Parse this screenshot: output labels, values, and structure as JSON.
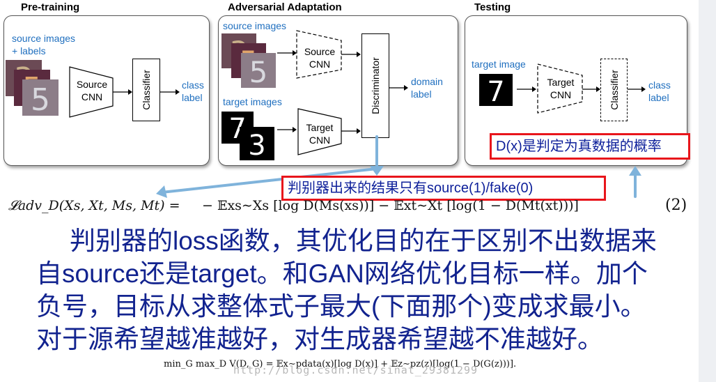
{
  "panels": {
    "pretraining": {
      "title": "Pre-training",
      "source_label_l1": "source images",
      "source_label_l2": "+ labels",
      "cnn_l1": "Source",
      "cnn_l2": "CNN",
      "classifier": "Classifier",
      "out_l1": "class",
      "out_l2": "label"
    },
    "adversarial": {
      "title": "Adversarial Adaptation",
      "source_label": "source images",
      "source_cnn_l1": "Source",
      "source_cnn_l2": "CNN",
      "target_label": "target images",
      "target_cnn_l1": "Target",
      "target_cnn_l2": "CNN",
      "discriminator": "Discriminator",
      "out_l1": "domain",
      "out_l2": "label"
    },
    "testing": {
      "title": "Testing",
      "target_label": "target image",
      "target_cnn_l1": "Target",
      "target_cnn_l2": "CNN",
      "classifier": "Classifier",
      "out_l1": "class",
      "out_l2": "label"
    }
  },
  "annotations": {
    "discriminator_note": "判别器出来的结果只有source(1)/fake(0)",
    "probability_note": "D(x)是判定为真数据的概率"
  },
  "formula": {
    "lhs": "𝓛adv_D(Xs, Xt, Ms, Mt) =",
    "rhs": "− 𝔼xs∼Xs [log D(Ms(xs))] − 𝔼xt∼Xt [log(1 − D(Mt(xt)))]",
    "number": "(2)",
    "gan": "min_G max_D V(D, G) = 𝔼x∼pdata(x)[log D(x)] + 𝔼z∼pz(z)[log(1 − D(G(z)))]."
  },
  "paragraph": {
    "line1": "判别器的loss函数，其优化目的在于区别不出数据来",
    "line2": "自source还是target。和GAN网络优化目标一样。加个",
    "line3": "负号，目标从求整体式子最大(下面那个)变成求最小。",
    "line4": "对于源希望越准越好，对生成器希望越不准越好。"
  },
  "watermark": "http://blog.csdn.net/sinat_29381299",
  "colors": {
    "annotation_border": "#e8151b",
    "annotation_text": "#0d1f9a",
    "arrow": "#7fb3db",
    "label_blue": "#1f6fbf",
    "paragraph_text": "#12238f"
  }
}
